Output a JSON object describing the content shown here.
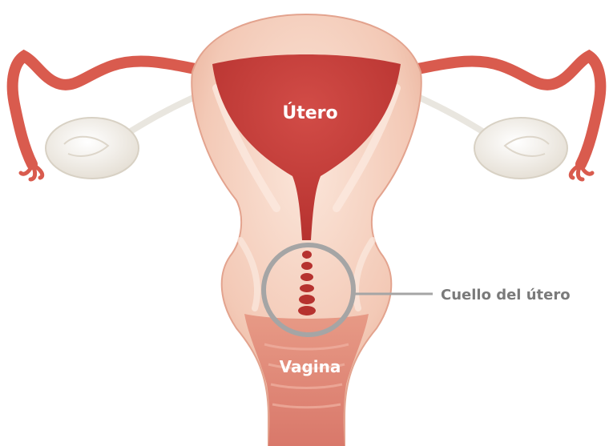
{
  "labels": {
    "uterus": "Útero",
    "vagina": "Vagina",
    "cervix": "Cuello del útero"
  },
  "colors": {
    "uterus_cavity": "#c23f3c",
    "tissue_outer": "#f2c2ad",
    "tissue_inner": "#f7dccd",
    "tube": "#d95b4e",
    "ovary": "#f4f1ea",
    "highlight_ring": "#a5a5a5",
    "label_light": "#ffffff",
    "label_dark": "#7a7a7a"
  }
}
